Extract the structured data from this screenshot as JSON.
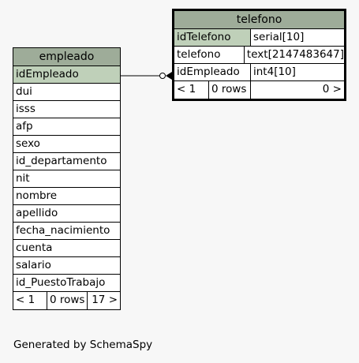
{
  "empleado": {
    "title": "empleado",
    "columns": [
      "idEmpleado",
      "dui",
      "isss",
      "afp",
      "sexo",
      "id_departamento",
      "nit",
      "nombre",
      "apellido",
      "fecha_nacimiento",
      "cuenta",
      "salario",
      "id_PuestoTrabajo"
    ],
    "footer": {
      "parents": "< 1",
      "rows": "0 rows",
      "children": "17 >"
    }
  },
  "telefono": {
    "title": "telefono",
    "columns": [
      {
        "name": "idTelefono",
        "type": "serial[10]"
      },
      {
        "name": "telefono",
        "type": "text[2147483647]"
      },
      {
        "name": "idEmpleado",
        "type": "int4[10]"
      }
    ],
    "footer": {
      "parents": "< 1",
      "rows": "0 rows",
      "children": "0 >"
    }
  },
  "generated_by": "Generated by SchemaSpy"
}
